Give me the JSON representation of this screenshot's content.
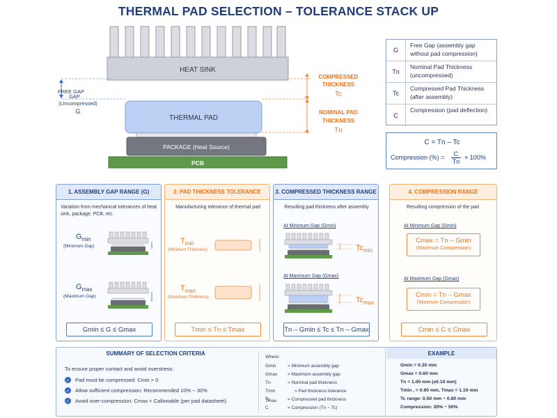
{
  "title": "THERMAL PAD SELECTION – TOLERANCE STACK UP",
  "diagram": {
    "heat_sink": "HEAT SINK",
    "thermal_pad": "THERMAL PAD",
    "package": "PACKAGE (Heat Source)",
    "pcb": "PCB",
    "free_gap_1": "FREE GAP",
    "free_gap_2": "GAP",
    "free_gap_3": "(Uncompressed)",
    "free_gap_4": "G",
    "compressed_1": "COMPRESSED",
    "compressed_2": "THICKNESS",
    "compressed_3": "Tc",
    "nominal_1": "NOMINAL PAD",
    "nominal_2": "THICKNESS",
    "nominal_3": "Tn"
  },
  "legend": [
    {
      "symbol": "G",
      "desc": "Free Gap (assembly gap without pad compression)"
    },
    {
      "symbol": "Tn",
      "desc": "Nominal Pad Thickness (uncompressed)"
    },
    {
      "symbol": "Tc",
      "desc": "Compressed Pad Thickness (after assembly)"
    },
    {
      "symbol": "C",
      "desc": "Compression (pad deflection)"
    }
  ],
  "formula": {
    "line1": "C = Tn – Tc",
    "line2": "Compression (%) =",
    "num": "C",
    "den": "Tn",
    "tail": "× 100%"
  },
  "panels": {
    "p1": {
      "header": "1. ASSEMBLY GAP RANGE (G)",
      "desc": "Variation from mechanical tolerances of heat sink, package, PCB, etc.",
      "gmin": "G",
      "gmin_sub": "min",
      "gmin_label": "(Minimum Gap)",
      "gmax": "G",
      "gmax_sub": "max",
      "gmax_label": "(Maximum Gap)",
      "result": "Gmin ≤ G ≤ Gmax"
    },
    "p2": {
      "header": "2. PAD THICKNESS TOLERANCE",
      "desc": "Manufacturing tolerance of thermal pad",
      "tmin": "T",
      "tmin_sub": "min",
      "tmin_label": "(Minimum Thickness)",
      "tmax": "T",
      "tmax_sub": "max",
      "tmax_label": "(Maximum Thickness)",
      "result": "Tmin ≤ Tn ≤ Tmax"
    },
    "p3": {
      "header": "3. COMPRESSED THICKNESS RANGE",
      "desc": "Resulting pad thickness after assembly",
      "at_min": "At Minimum Gap (Gmin)",
      "at_max": "At Maximum Gap (Gmax)",
      "tcmin": "Tc",
      "tcmin_sub": "min",
      "tcmax": "Tc",
      "tcmax_sub": "max",
      "result": "Tn – Gmin ≤ Tc ≤ Tn – Gmax"
    },
    "p4": {
      "header": "4. COMPRESSION RANGE",
      "desc": "Resulting compression of the pad",
      "at_min": "At Minimum Gap (Gmin)",
      "at_max": "At Maximum Gap (Gmax)",
      "cmax_eq": "Cmax = Tn – Gmin",
      "cmax_label": "(Maximum Compression)",
      "cmin_eq": "Cmin = Tn – Gmax",
      "cmin_label": "(Minimum Compression)",
      "result": "Cmin ≤ C ≤ Cmax"
    }
  },
  "summary": {
    "header": "SUMMARY OF SELECTION CRITERIA",
    "intro": "To ensure proper contact and avoid overstress:",
    "items": [
      "Pad must be compressed:  Cmin > 0",
      "Allow sufficient compression:  Recommended 10% ~ 30%",
      "Avoid over-compression:  Cmax < Callowable  (per pad datasheet)"
    ],
    "where": "Where:",
    "defs": [
      {
        "s": "Gmin",
        "d": "= Minimum assembly gap"
      },
      {
        "s": "Gmax",
        "d": "= Maximum assembly gap"
      },
      {
        "s": "Tn",
        "d": "= Nominal pad thickness"
      },
      {
        "s": "Tmin , Tmax",
        "d": "= Pad thickness tolerance"
      },
      {
        "s": "Tc",
        "d": "= Compressed pad thickness"
      },
      {
        "s": "C",
        "d": "= Compression (Tn ~ Tc)"
      }
    ],
    "example_header": "EXAMPLE",
    "example": [
      "Gmin = 0.30 mm",
      "Gmax = 0.60 mm",
      "Tn    = 1.00 mm   (±0.10 mm)",
      "Tmin , = 0.90 mm,   Tmax = 1.10 mm",
      "Tc range: 0.50 mm ~ 0.80 mm",
      "Compression: 20% ~ 50%"
    ]
  }
}
